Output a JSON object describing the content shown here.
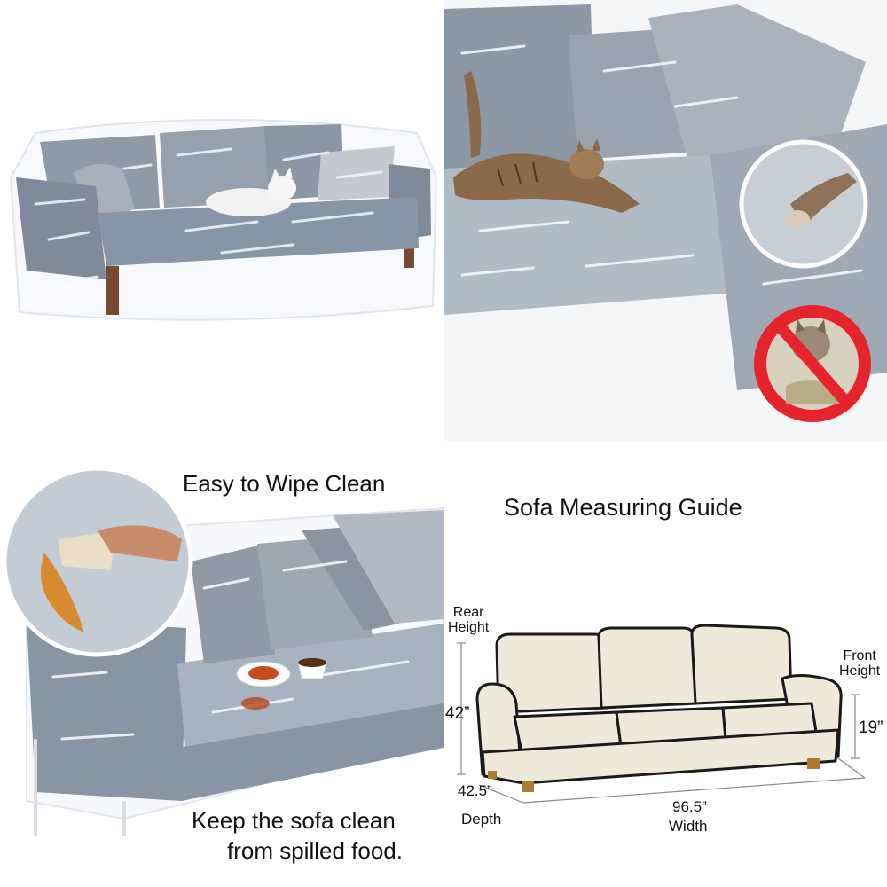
{
  "panels": {
    "wipe": {
      "title": "Easy to Wipe Clean",
      "subtitle_line1": "Keep the sofa clean",
      "subtitle_line2": "from spilled food."
    },
    "guide": {
      "title": "Sofa Measuring Guide",
      "rear_height_label_line1": "Rear",
      "rear_height_label_line2": "Height",
      "rear_height_value": "42”",
      "front_height_label_line1": "Front",
      "front_height_label_line2": "Height",
      "front_height_value": "19”",
      "depth_value": "42.5”",
      "depth_label": "Depth",
      "width_value": "96.5”",
      "width_label": "Width"
    }
  },
  "colors": {
    "sofa_gray": "#8e9aa8",
    "plastic_highlight": "#f4f7fb",
    "sketch_sofa_fill": "#efe9d9",
    "prohibition_red": "#e5242b"
  }
}
